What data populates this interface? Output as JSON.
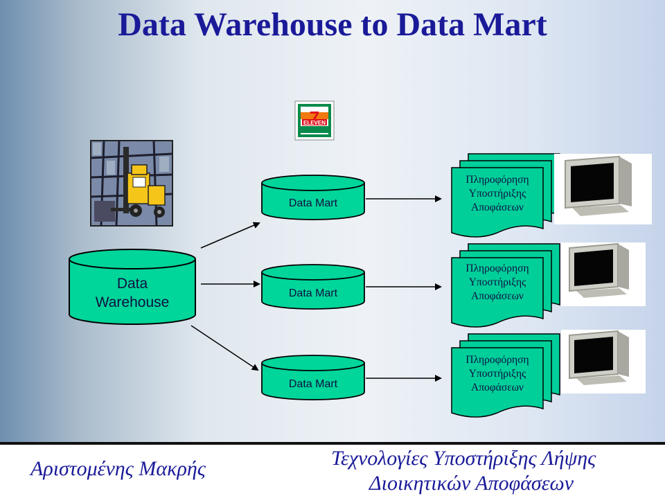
{
  "title": "Data Warehouse to Data Mart",
  "warehouse": {
    "label_line1": "Data",
    "label_line2": "Warehouse"
  },
  "marts": [
    {
      "label": "Data Mart"
    },
    {
      "label": "Data Mart"
    },
    {
      "label": "Data Mart"
    }
  ],
  "documents": [
    {
      "line1": "Πληροφόρηση",
      "line2": "Υποστήριξης",
      "line3": "Αποφάσεων"
    },
    {
      "line1": "Πληροφόρηση",
      "line2": "Υποστήριξης",
      "line3": "Αποφάσεων"
    },
    {
      "line1": "Πληροφόρηση",
      "line2": "Υποστήριξης",
      "line3": "Αποφάσεων"
    }
  ],
  "logo": {
    "text": "ELEVEN",
    "numeral": "7"
  },
  "footer": {
    "author": "Αριστομένης Μακρής",
    "course_line1": "Τεχνολογίες Υποστήριξης Λήψης",
    "course_line2": "Διοικητικών Αποφάσεων"
  },
  "colors": {
    "cylinder_fill": "#00d59a",
    "title": "#1a1a99",
    "document_fill": "#00cf9a"
  }
}
